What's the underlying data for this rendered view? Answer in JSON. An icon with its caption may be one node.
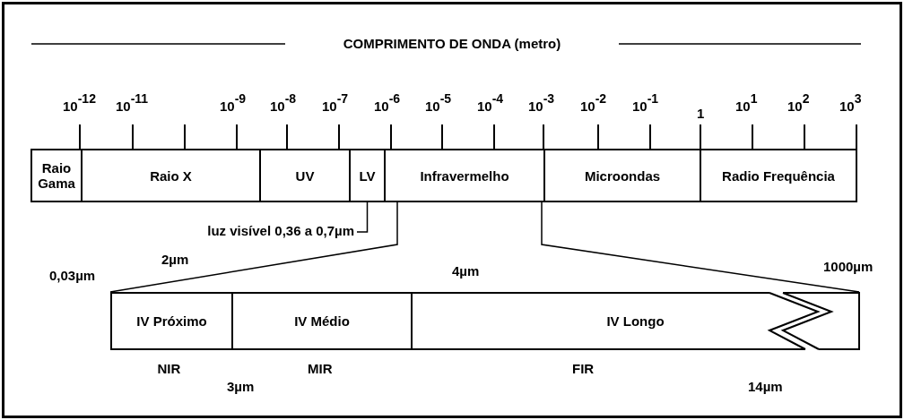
{
  "diagram": {
    "title": "COMPRIMENTO DE ONDA (metro)",
    "nodes": [
      {
        "text": [
          "Raio Gama"
        ]
      },
      {
        "text": [
          "Raio X"
        ]
      },
      {
        "text": [
          "UV"
        ]
      },
      {
        "text": [
          "LV"
        ]
      },
      {
        "text": [
          "Infravermelho"
        ]
      },
      {
        "text": [
          "Microondas"
        ]
      },
      {
        "text": [
          "Radio Frequência"
        ]
      },
      {
        "text": [
          "luz visível 0,36 a 0,7µm"
        ]
      },
      {
        "text": [
          "IV Próximo"
        ],
        "beside": [
          "NIR"
        ]
      },
      {
        "text": [
          "IV Médio"
        ],
        "beside": [
          "MIR"
        ]
      },
      {
        "text": [
          "IV Longo"
        ],
        "beside": [
          "FIR"
        ]
      }
    ],
    "edges": [
      {
        "from": 7,
        "to": 3,
        "arrow": "none"
      },
      {
        "from": 4,
        "to": 8,
        "arrow": "none"
      },
      {
        "from": 4,
        "to": 10,
        "arrow": "none"
      }
    ],
    "labels": [
      "10$^{-12}$",
      "10$^{-11}$",
      "10$^{-9}$",
      "10$^{-8}$",
      "10$^{-7}$",
      "10$^{-6}$",
      "10$^{-5}$",
      "10$^{-4}$",
      "10$^{-3}$",
      "10$^{-2}$",
      "10$^{-1}$",
      "1",
      "10$^{1}$",
      "10$^{2}$",
      "10$^{3}$",
      "2µm",
      "0,03µm",
      "4µm",
      "1000µm",
      "3µm",
      "14µm"
    ]
  }
}
